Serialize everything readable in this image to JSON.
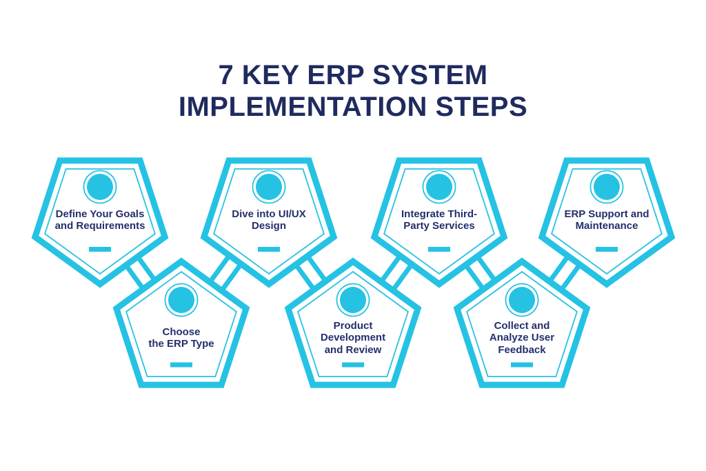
{
  "title": {
    "text": "7 KEY ERP SYSTEM\nIMPLEMENTATION STEPS"
  },
  "colors": {
    "accent": "#25C2E4",
    "navy_title": "#1F2A5E",
    "navy_label": "#232F6B",
    "background": "#FFFFFF"
  },
  "steps": [
    {
      "id": 1,
      "label": "Define Your Goals\nand Requirements"
    },
    {
      "id": 2,
      "label": "Dive into UI/UX\nDesign"
    },
    {
      "id": 3,
      "label": "Integrate Third-\nParty Services"
    },
    {
      "id": 4,
      "label": "ERP Support and\nMaintenance"
    },
    {
      "id": 5,
      "label": "Choose\nthe ERP Type"
    },
    {
      "id": 6,
      "label": "Product\nDevelopment\nand Review"
    },
    {
      "id": 7,
      "label": "Collect and\nAnalyze User\nFeedback"
    }
  ]
}
